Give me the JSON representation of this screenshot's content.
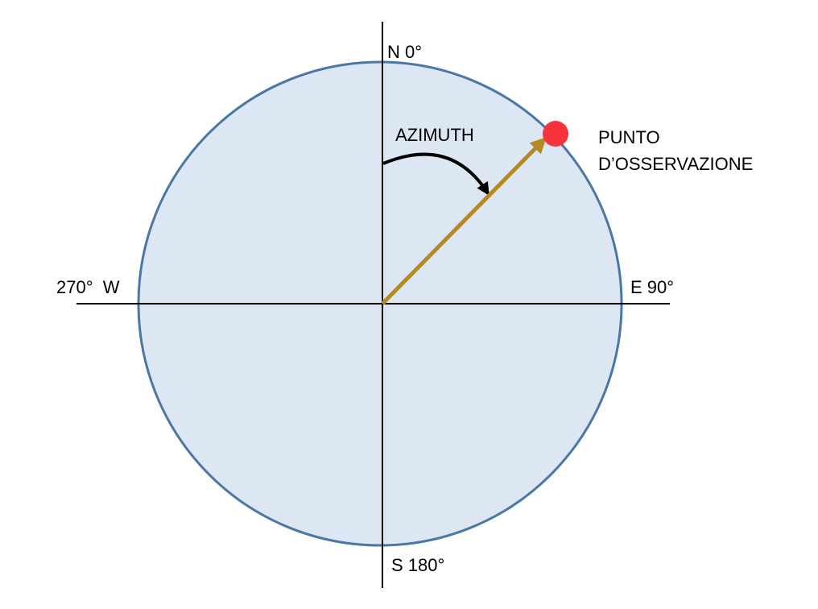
{
  "labels": {
    "north": "N 0°",
    "east": "E 90°",
    "south": "S 180°",
    "west": "270°  W",
    "azimuth": "AZIMUTH",
    "observation_line1": "PUNTO",
    "observation_line2": "D’OSSERVAZIONE"
  },
  "azimuth_deg": 45,
  "colors": {
    "circle_fill": "#dce7f3",
    "circle_stroke": "#4a77a3",
    "axes": "#000000",
    "vector": "#b58a22",
    "arc": "#000000",
    "observation_point": "#f5333a"
  }
}
